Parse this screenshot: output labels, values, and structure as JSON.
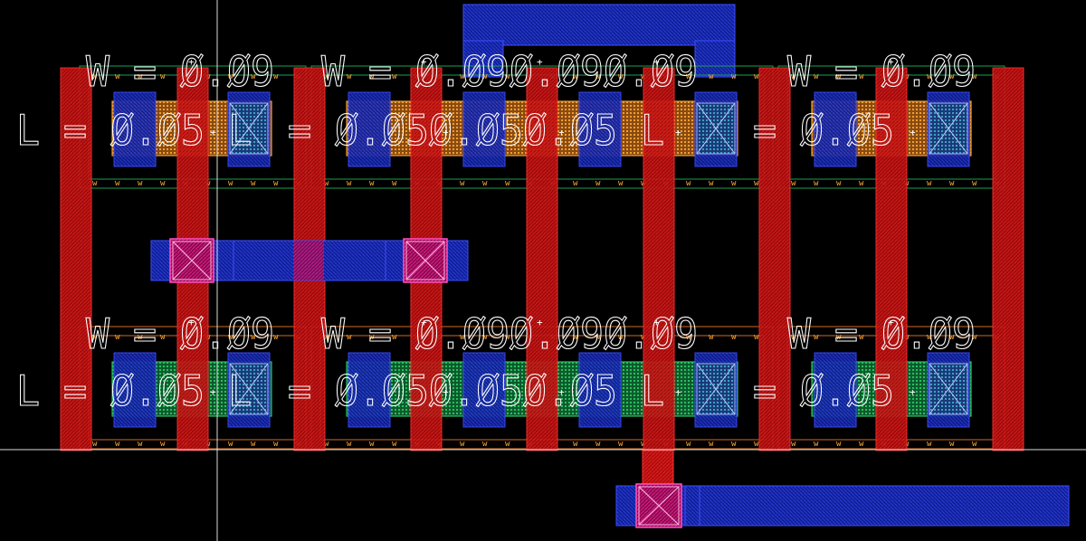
{
  "colors": {
    "background": "#000000",
    "poly": "#cc1111",
    "metal": "#1a2bb0",
    "diffusion_top": "#e08a1a",
    "diffusion_bottom": "#1aa050",
    "well_outline": "#d2691e",
    "nwell_outline": "#1aa050",
    "contact_outline": "#5c6bff",
    "via": "#e0108a",
    "crosshair": "#ffffff"
  },
  "labels": {
    "w": [
      "W",
      "=",
      "Ø.Ø9"
    ],
    "l": [
      "L",
      "=",
      "Ø.Ø5"
    ],
    "w_repeat": "Ø.Ø9",
    "l_repeat": "Ø.Ø5"
  },
  "icons": {
    "via": "x-box-icon",
    "contact": "x-box-icon",
    "origin": "crosshair-icon",
    "marker": "plus-icon"
  }
}
